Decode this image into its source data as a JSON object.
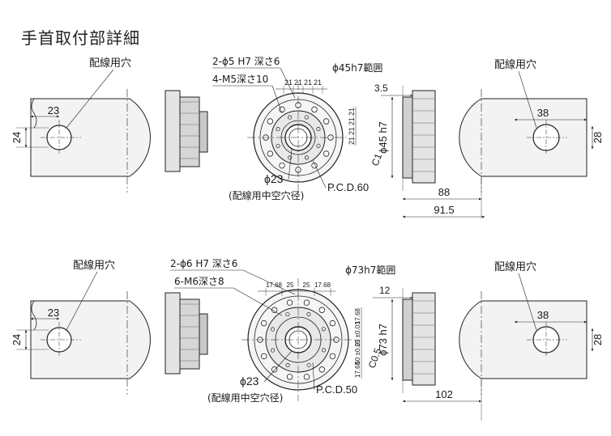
{
  "title": "手首取付部詳細",
  "views": [
    {
      "name": "upper",
      "side_left": {
        "hole_label": "配線用穴",
        "hole_offset": "23",
        "height": "24"
      },
      "flange": {
        "pin": "2-ϕ5 H7 深さ6",
        "tap": "4-M5深さ10",
        "pitch_top": [
          "21",
          "21",
          "21",
          "21"
        ],
        "pitch_right": [
          "21",
          "21",
          "21",
          "21"
        ],
        "hole_dia": "ϕ23",
        "pcd": "P.C.D.60",
        "hole_note": "(配線用中空穴径)"
      },
      "side_right": {
        "fit": "ϕ45h7範囲",
        "fit_len": "3.5",
        "dia": "ϕ45 h7",
        "chamfer": "C1",
        "len1": "88",
        "len2": "91.5",
        "hole_label": "配線用穴",
        "hole_offset": "38",
        "height": "28"
      }
    },
    {
      "name": "lower",
      "side_left": {
        "hole_label": "配線用穴",
        "hole_offset": "23",
        "height": "24"
      },
      "flange": {
        "pin": "2-ϕ6 H7 深さ6",
        "tap": "6-M6深さ8",
        "pitch_top": [
          "17.68",
          "25",
          "25",
          "17.68"
        ],
        "pitch_right": [
          "17.68",
          "25 ±0.03",
          "50 ±0.03",
          "17.68"
        ],
        "hole_dia": "ϕ23",
        "pcd": "P.C.D.50",
        "hole_note": "(配線用中空穴径)"
      },
      "side_right": {
        "fit": "ϕ73h7範囲",
        "fit_len": "12",
        "dia": "ϕ73 h7",
        "chamfer": "C0.5",
        "len1": "102",
        "hole_label": "配線用穴",
        "hole_offset": "38",
        "height": "28"
      }
    }
  ]
}
